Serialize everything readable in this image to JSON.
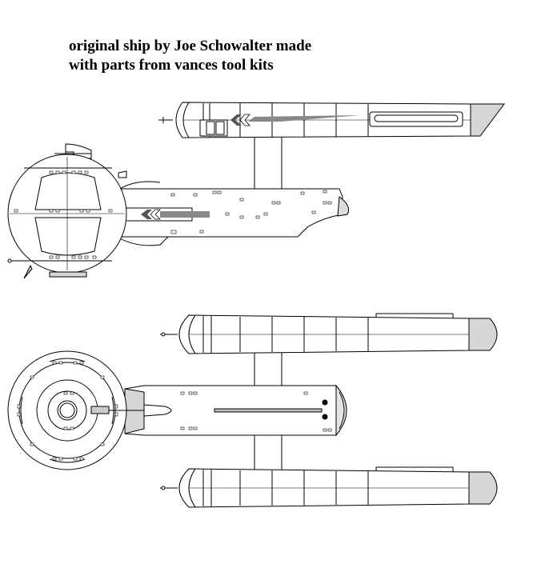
{
  "caption": {
    "line1": "original ship by Joe Schowalter made",
    "line2": "with parts from vances tool kits"
  },
  "colors": {
    "hull_fill": "#ffffff",
    "line": "#000000",
    "shade": "#d6d6d6",
    "stripe": "#888888",
    "dark_stripe": "#555555"
  },
  "views": [
    "side-view",
    "top-view"
  ]
}
